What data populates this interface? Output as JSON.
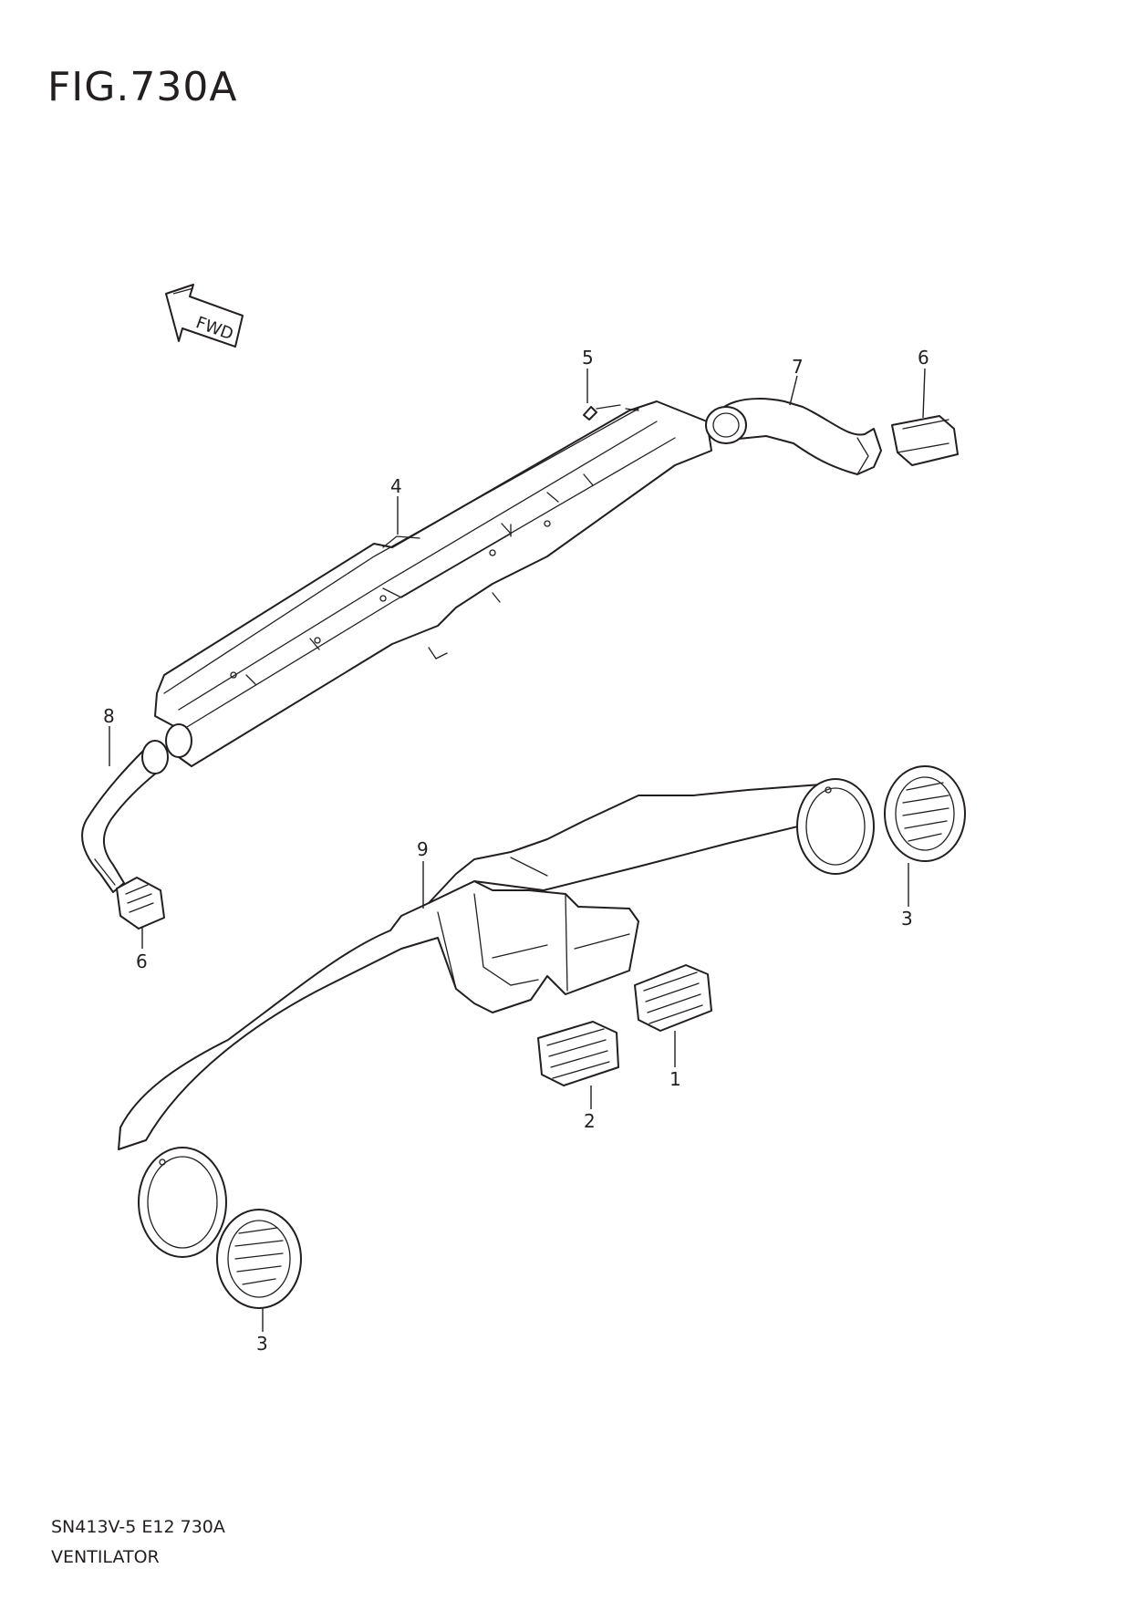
{
  "figure": {
    "title": "FIG.730A",
    "code": "SN413V-5 E12 730A",
    "name": "VENTILATOR",
    "direction_label": "FWD"
  },
  "callouts": [
    {
      "id": "c5",
      "label": "5"
    },
    {
      "id": "c7",
      "label": "7"
    },
    {
      "id": "c6a",
      "label": "6"
    },
    {
      "id": "c4",
      "label": "4"
    },
    {
      "id": "c8",
      "label": "8"
    },
    {
      "id": "c6b",
      "label": "6"
    },
    {
      "id": "c9",
      "label": "9"
    },
    {
      "id": "c3a",
      "label": "3"
    },
    {
      "id": "c1",
      "label": "1"
    },
    {
      "id": "c2",
      "label": "2"
    },
    {
      "id": "c3b",
      "label": "3"
    }
  ],
  "colors": {
    "ink": "#231f20",
    "paper": "#ffffff"
  }
}
